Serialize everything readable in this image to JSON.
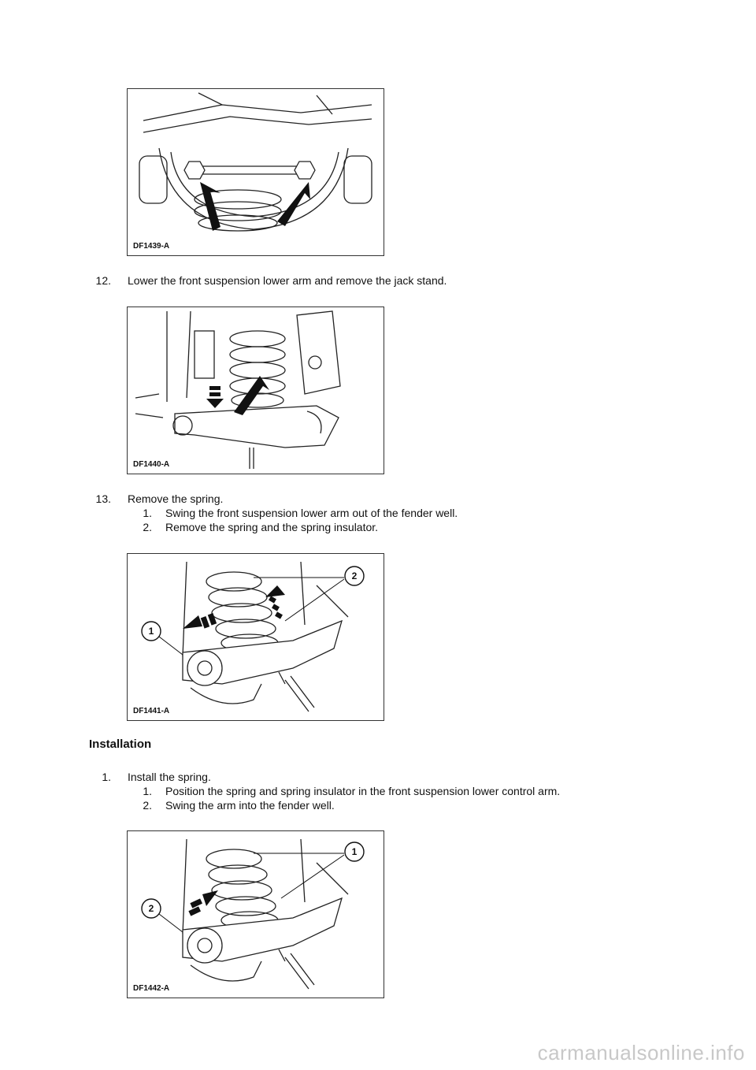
{
  "figures": {
    "fig1": {
      "caption": "DF1439-A"
    },
    "fig2": {
      "caption": "DF1440-A"
    },
    "fig3": {
      "caption": "DF1441-A",
      "callouts": [
        "1",
        "2"
      ]
    },
    "fig4": {
      "caption": "DF1442-A",
      "callouts": [
        "1",
        "2"
      ]
    }
  },
  "steps": {
    "step12": {
      "number": "12.",
      "text": "Lower the front suspension lower arm and remove the jack stand."
    },
    "step13": {
      "number": "13.",
      "text": "Remove the spring.",
      "substeps": [
        {
          "number": "1.",
          "text": "Swing the front suspension lower arm out of the fender well."
        },
        {
          "number": "2.",
          "text": "Remove the spring and the spring insulator."
        }
      ]
    }
  },
  "installation": {
    "heading": "Installation",
    "step1": {
      "number": "1.",
      "text": "Install the spring.",
      "substeps": [
        {
          "number": "1.",
          "text": "Position the spring and spring insulator in the front suspension lower control arm."
        },
        {
          "number": "2.",
          "text": "Swing the arm into the fender well."
        }
      ]
    }
  },
  "watermark": "carmanualsonline.info"
}
